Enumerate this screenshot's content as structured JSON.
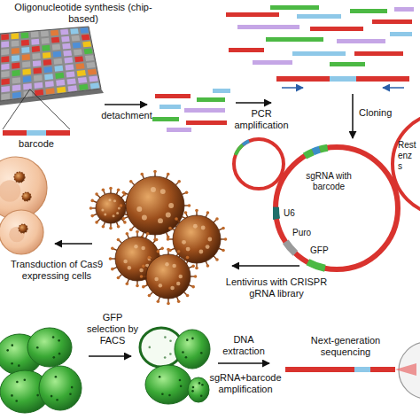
{
  "diagram": {
    "nodes": [
      {
        "text": [
          "Oligonucleotide synthesis (chip-based)"
        ]
      },
      {
        "text": [
          "sgRNA with barcode",
          "U6",
          "Puro",
          "GFP"
        ]
      }
    ],
    "labels": [
      "detachment",
      "PCR amplification",
      "Cloning",
      "Rest enz s",
      "barcode",
      "Lentivirus with CRISPR gRNA library",
      "Transduction of Cas9 expressing cells",
      "GFP selection by FACS",
      "DNA extraction",
      "sgRNA+barcode amplification",
      "Next-generation sequencing"
    ]
  }
}
